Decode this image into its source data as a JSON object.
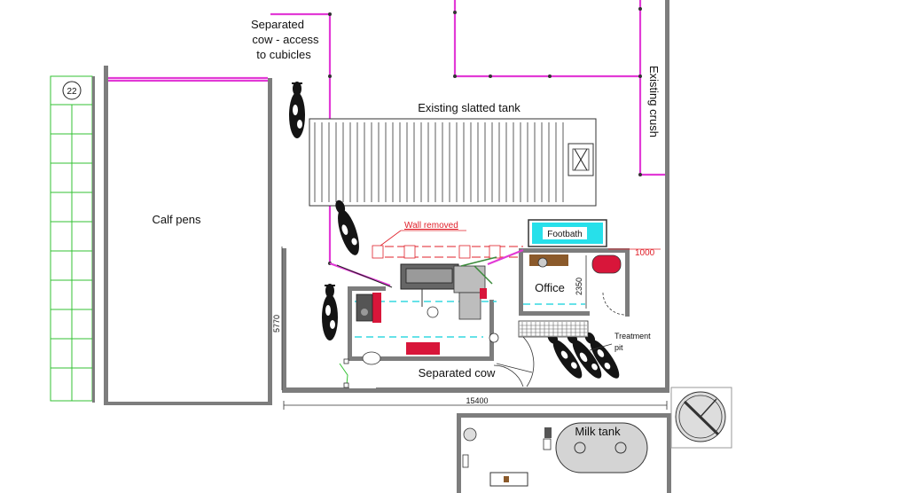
{
  "labels": {
    "separated_access": [
      "Separated",
      "cow - access",
      "to cubicles"
    ],
    "existing_slatted_tank": "Existing slatted tank",
    "existing_crush": "Existing crush",
    "calf_pens": "Calf pens",
    "pen_number": "22",
    "wall_removed": "Wall removed",
    "footbath": "Footbath",
    "office": "Office",
    "dim_1000": "1000",
    "dim_2350": "2350",
    "dim_5770": "5770",
    "dim_15400": "15400",
    "treatment_pit": [
      "Treatment",
      "pit"
    ],
    "separated_cow": "Separated cow",
    "milk_tank": "Milk tank"
  },
  "colors": {
    "walls": "#7d7d7d",
    "pink_gates": "#e23ad6",
    "calf_grid": "#33c233",
    "cyan_lines": "#35d8e0",
    "red_annotation": "#e0202a",
    "footbath_fill": "#27e0ea",
    "equipment_red": "#d8163a"
  },
  "icons": [
    "cow-icon",
    "milk-tank-icon",
    "crossed-box-icon",
    "footbath-icon"
  ]
}
